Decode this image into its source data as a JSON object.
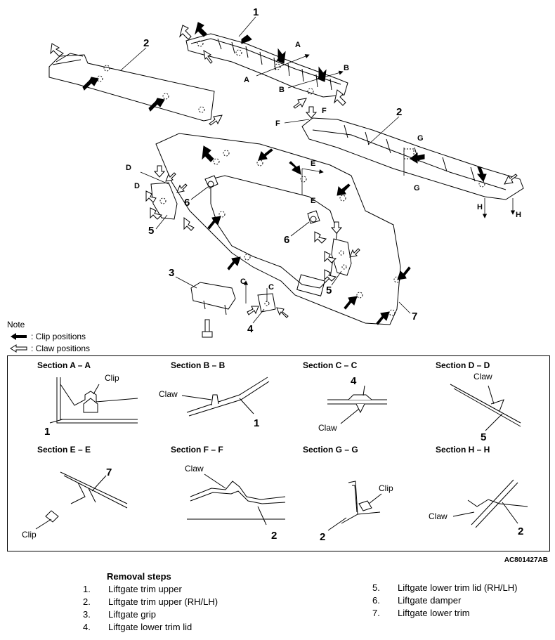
{
  "figure": {
    "callouts": [
      "1",
      "2",
      "2",
      "3",
      "4",
      "5",
      "5",
      "6",
      "6",
      "7"
    ],
    "section_marks": [
      "A",
      "A",
      "B",
      "B",
      "C",
      "C",
      "D",
      "D",
      "E",
      "E",
      "F",
      "F",
      "G",
      "G",
      "H",
      "H"
    ]
  },
  "legend": {
    "note": "Note",
    "clip": ": Clip positions",
    "claw": ": Claw positions"
  },
  "sections": [
    {
      "title": "Section A – A",
      "labels": [
        "Clip",
        "1"
      ]
    },
    {
      "title": "Section B – B",
      "labels": [
        "Claw",
        "1"
      ]
    },
    {
      "title": "Section C – C",
      "labels": [
        "4",
        "Claw"
      ]
    },
    {
      "title": "Section D – D",
      "labels": [
        "Claw",
        "5"
      ]
    },
    {
      "title": "Section E – E",
      "labels": [
        "7",
        "Clip"
      ]
    },
    {
      "title": "Section F – F",
      "labels": [
        "Claw",
        "2"
      ]
    },
    {
      "title": "Section G – G",
      "labels": [
        "Clip",
        "2"
      ]
    },
    {
      "title": "Section H – H",
      "labels": [
        "Claw",
        "2"
      ]
    }
  ],
  "figure_code": "AC801427AB",
  "removal": {
    "title": "Removal steps",
    "steps": [
      {
        "num": "1.",
        "label": "Liftgate trim upper"
      },
      {
        "num": "2.",
        "label": "Liftgate trim upper (RH/LH)"
      },
      {
        "num": "3.",
        "label": "Liftgate grip"
      },
      {
        "num": "4.",
        "label": "Liftgate lower trim lid"
      },
      {
        "num": "5.",
        "label": "Liftgate lower trim lid (RH/LH)"
      },
      {
        "num": "6.",
        "label": "Liftgate damper"
      },
      {
        "num": "7.",
        "label": "Liftgate lower trim"
      }
    ]
  }
}
